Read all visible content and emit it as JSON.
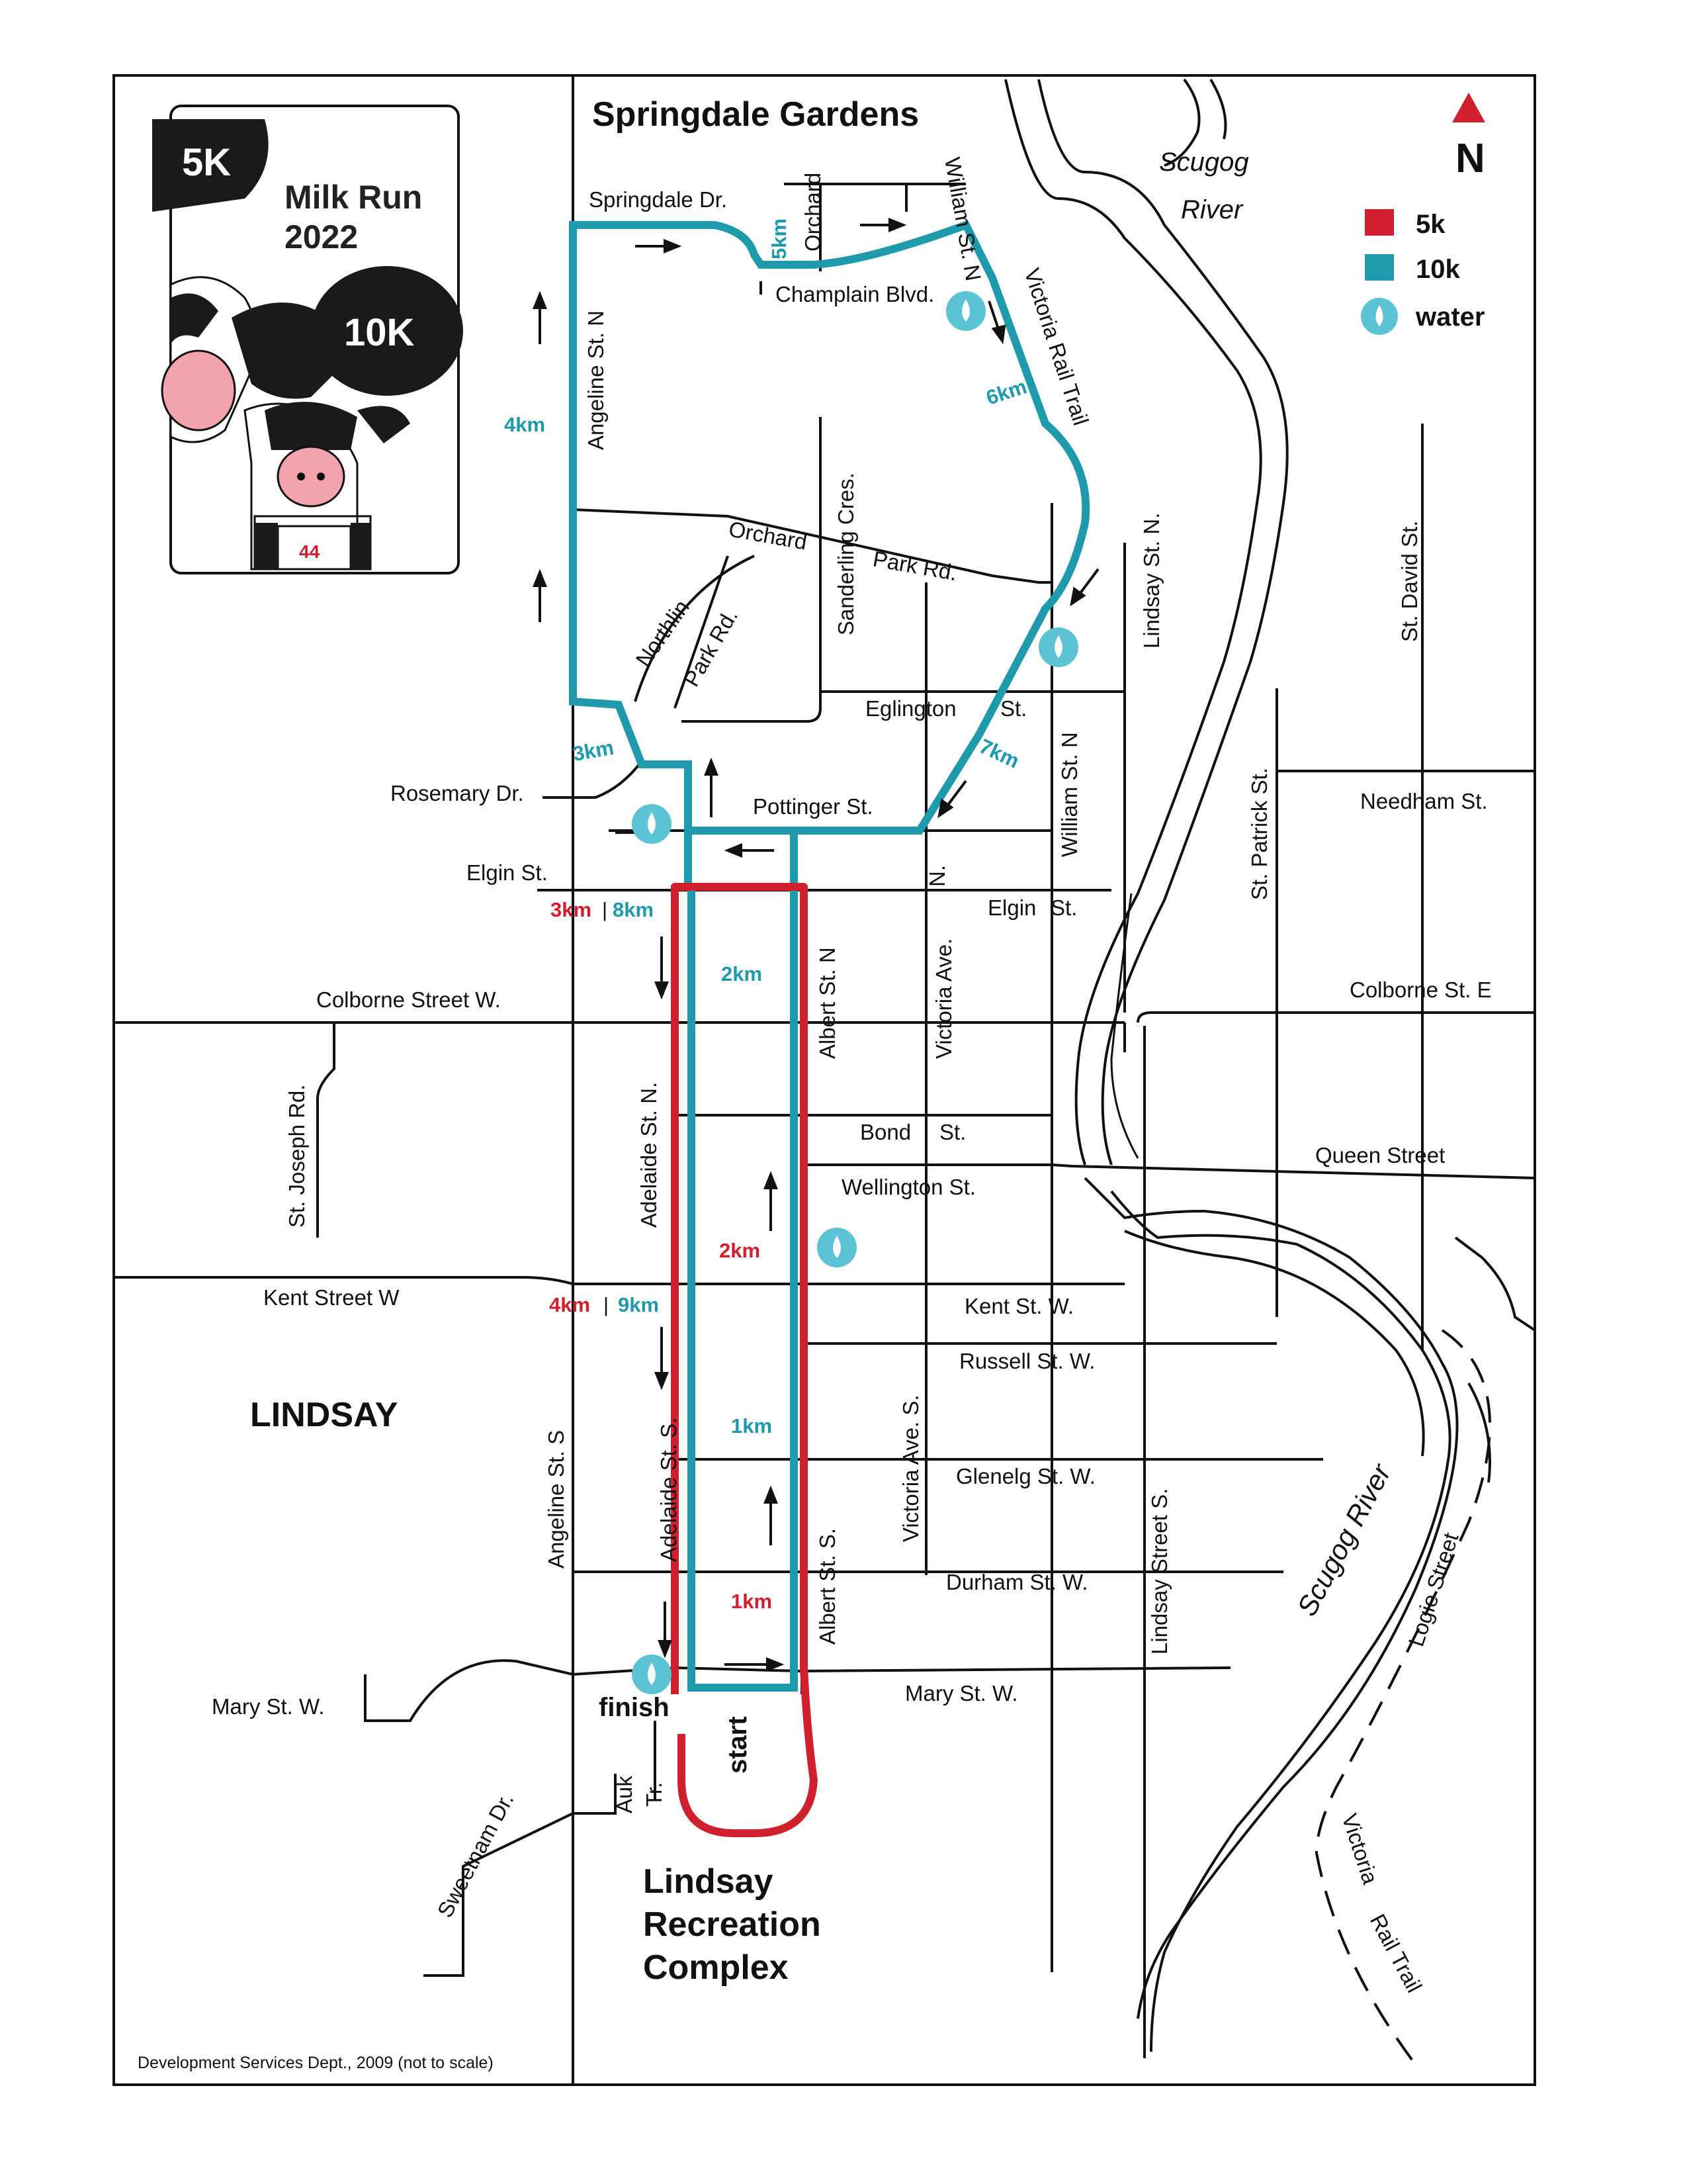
{
  "title": {
    "event": "Milk Run",
    "year": "2022",
    "badge_5k": "5K",
    "badge_10k": "10K",
    "bib": "44"
  },
  "neighbourhood": "Springdale Gardens",
  "town": "LINDSAY",
  "complex": [
    "Lindsay",
    "Recreation",
    "Complex"
  ],
  "north_label": "N",
  "river_label": [
    "Scugog",
    "River"
  ],
  "legend": [
    {
      "label": "5k",
      "color": "#d0202e"
    },
    {
      "label": "10k",
      "color": "#1f9aad"
    },
    {
      "label": "water",
      "color": "#5bc3d3",
      "icon": "water-drop-icon"
    }
  ],
  "streets": {
    "springdale": "Springdale Dr.",
    "orchard_n": "Orchard",
    "william_n_top": "William St. N",
    "victoria_rail_trail_n": "Victoria Rail Trail",
    "champlain": "Champlain Blvd.",
    "angeline_n": "Angeline St. N",
    "orchard": "Orchard",
    "park_rd": "Park  Rd.",
    "sanderling": "Sanderling Cres.",
    "northlin": "Northlin",
    "northlin_park": "Park  Rd.",
    "lindsay_n": "Lindsay St. N.",
    "st_david": "St. David St.",
    "eglington": "Eglington",
    "eglington_st": "St.",
    "william_n": "William St. N",
    "rosemary": "Rosemary Dr.",
    "pottinger": "Pottinger St.",
    "needham": "Needham St.",
    "st_patrick": "St. Patrick St.",
    "elgin_w": "Elgin St.",
    "elgin_e": "Elgin",
    "elgin_e_st": "St.",
    "victoria_n_1": "N.",
    "victoria_n_2": "Victoria     Ave.",
    "albert_n": "Albert St.     N",
    "colborne_w": "Colborne Street  W.",
    "colborne_e": "Colborne St. E",
    "adelaide_n": "Adelaide     St. N.",
    "bond": "Bond",
    "bond_st": "St.",
    "queen": "Queen Street",
    "wellington": "Wellington  St.",
    "st_joseph": "St. Joseph Rd.",
    "kent_w": "Kent Street W",
    "kent_st_w": "Kent St. W.",
    "russell": "Russell St. W.",
    "victoria_s": "Victoria  Ave.  S.",
    "angeline_s": "Angeline St. S",
    "adelaide_s": "Adelaide St. S.",
    "glenelg": "Glenelg St. W.",
    "albert_s": "Albert   St.  S.",
    "lindsay_s": "Lindsay Street S.",
    "scugog_river": "Scugog River",
    "logie": "Logie Street",
    "durham": "Durham St. W.",
    "mary_w_left": "Mary St. W.",
    "mary_w_right": "Mary St. W.",
    "auk": "Auk",
    "auk_tr": "Tr.",
    "sweetnam": "Sweetnam Dr.",
    "victoria_rail_trail_s1": "Victoria",
    "victoria_rail_trail_s2": "Rail Trail"
  },
  "markers": {
    "k5_10k": "5km",
    "k4": "4km",
    "k6": "6km",
    "k3": "3km",
    "k7": "7km",
    "k3_5k": "3km",
    "k8": "8km",
    "k2_10k": "2km",
    "k2_5k": "2km",
    "k4_5k": "4km",
    "k9": "9km",
    "k1_10k": "1km",
    "k1_5k": "1km",
    "sep": "|"
  },
  "start_label": "start",
  "finish_label": "finish",
  "footer": "Development Services Dept., 2009 (not to scale)"
}
